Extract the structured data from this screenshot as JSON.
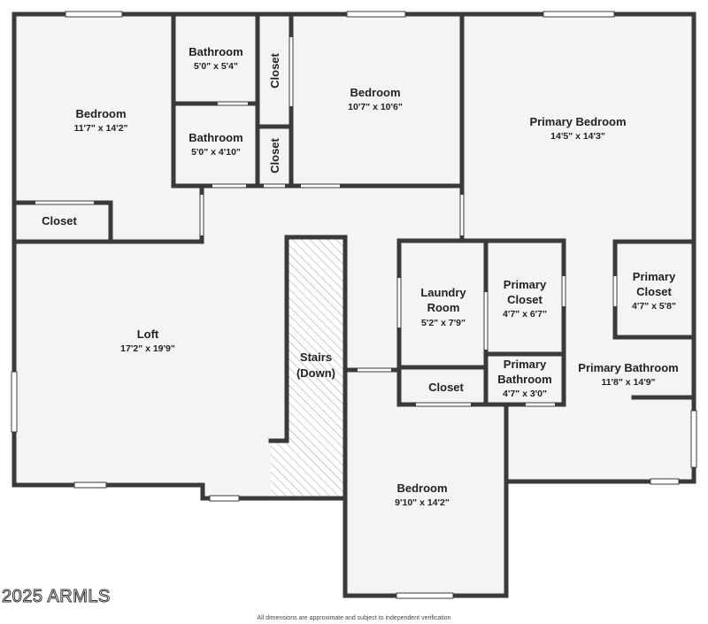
{
  "rooms": {
    "bedroom_nw": {
      "name": "Bedroom",
      "dims": "11'7\" x 14'2\""
    },
    "bathroom_1": {
      "name": "Bathroom",
      "dims": "5'0\" x 5'4\""
    },
    "bathroom_2": {
      "name": "Bathroom",
      "dims": "5'0\" x 4'10\""
    },
    "closet_top": {
      "name": "Closet"
    },
    "closet_mid": {
      "name": "Closet"
    },
    "bedroom_n": {
      "name": "Bedroom",
      "dims": "10'7\" x 10'6\""
    },
    "primary_bedroom": {
      "name": "Primary Bedroom",
      "dims": "14'5\" x 14'3\""
    },
    "closet_w": {
      "name": "Closet"
    },
    "loft": {
      "name": "Loft",
      "dims": "17'2\" x 19'9\""
    },
    "stairs": {
      "line1": "Stairs",
      "line2": "(Down)"
    },
    "laundry": {
      "line1": "Laundry",
      "line2": "Room",
      "dims": "5'2\" x 7'9\""
    },
    "primary_closet_1": {
      "line1": "Primary",
      "line2": "Closet",
      "dims": "4'7\" x 6'7\""
    },
    "primary_closet_2": {
      "line1": "Primary",
      "line2": "Closet",
      "dims": "4'7\" x 5'8\""
    },
    "primary_bath_small": {
      "line1": "Primary",
      "line2": "Bathroom",
      "dims": "4'7\" x 3'0\""
    },
    "primary_bathroom": {
      "name": "Primary Bathroom",
      "dims": "11'8\" x 14'9\""
    },
    "closet_laundry": {
      "name": "Closet"
    },
    "bedroom_s": {
      "name": "Bedroom",
      "dims": "9'10\" x 14'2\""
    }
  },
  "watermark": "2025 ARMLS",
  "footer": "All dimensions are approximate and subject to independent verification"
}
